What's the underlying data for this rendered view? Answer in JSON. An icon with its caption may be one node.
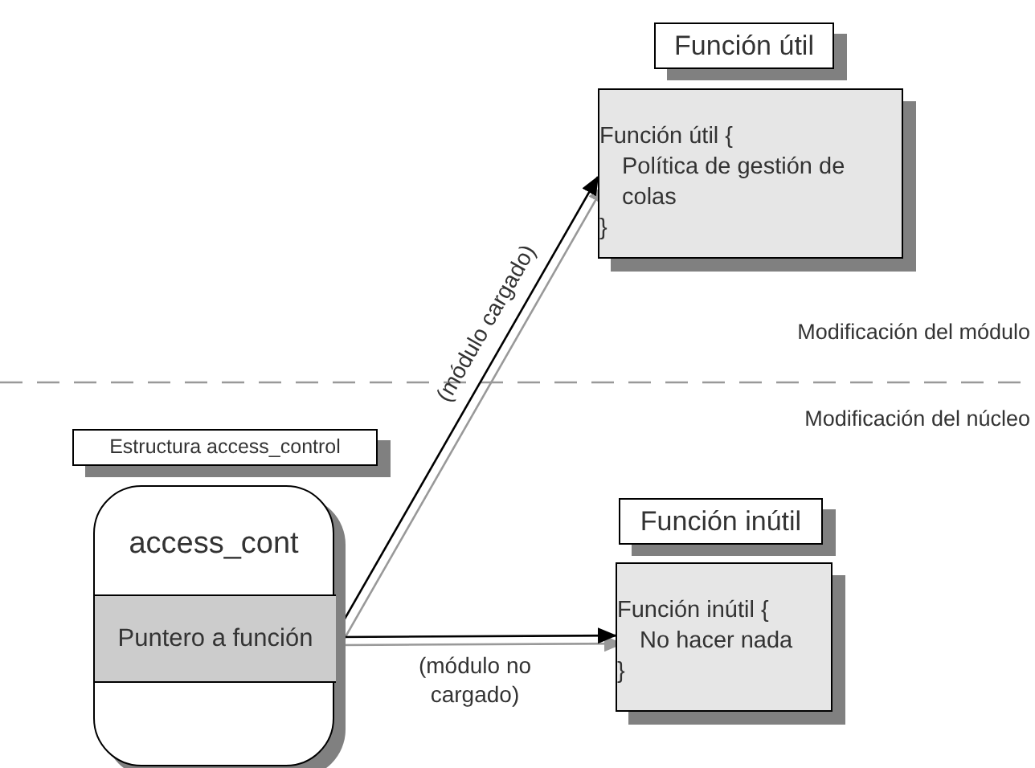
{
  "diagram": {
    "nodes": [
      {
        "text": [
          "Función útil"
        ]
      },
      {
        "text": [
          "Función útil {",
          "Política de gestión de colas",
          "}"
        ]
      },
      {
        "text": [
          "Estructura access_control"
        ]
      },
      {
        "text": [
          "access_cont"
        ]
      },
      {
        "text": [
          "Puntero a función"
        ],
        "in": 3
      },
      {
        "text": [
          "Función inútil"
        ]
      },
      {
        "text": [
          "Función inútil {",
          "No hacer nada",
          "}"
        ]
      }
    ],
    "edges": [
      {
        "from": 4,
        "to": 1,
        "arrow": "to",
        "label": "(módulo cargado)"
      },
      {
        "from": 4,
        "to": 6,
        "arrow": "to",
        "label": "(módulo no cargado)"
      }
    ],
    "labels": [
      "Modificación del módulo",
      "Modificación del núcleo"
    ]
  }
}
